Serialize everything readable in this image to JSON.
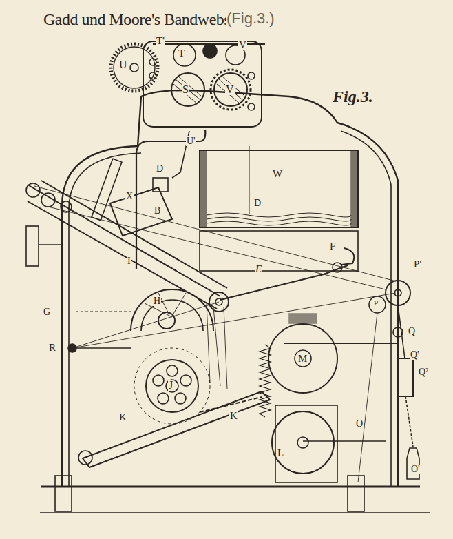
{
  "diagram": {
    "title": "Gadd und Moore's Bandwebstuhl.",
    "labels": [
      "(Fig.3.)",
      "T'",
      "T",
      "V",
      "U",
      "S",
      "V",
      "U'",
      "D",
      "W",
      "X",
      "B",
      "D",
      "F",
      "E",
      "P'",
      "I",
      "G",
      "H",
      "R",
      "P",
      "Q",
      "Q'",
      "Q²",
      "J",
      "K",
      "K",
      "M",
      "O",
      "L",
      "O'",
      "Fig.3."
    ]
  }
}
